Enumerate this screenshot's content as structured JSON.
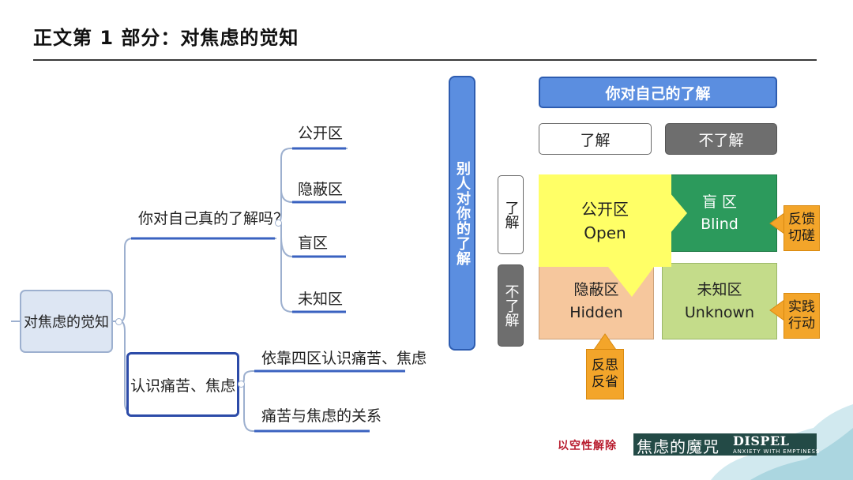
{
  "title": "正文第 1 部分：对焦虑的觉知",
  "mindmap": {
    "root": "对焦虑的觉知",
    "branch1": {
      "label": "你对自己真的了解吗？",
      "children": [
        "公开区",
        "隐蔽区",
        "盲区",
        "未知区"
      ]
    },
    "branch2": {
      "label": "认识痛苦、焦虑",
      "children": [
        "依靠四区认识痛苦、焦虑",
        "痛苦与焦虑的关系"
      ]
    }
  },
  "johari": {
    "side_title": "别人对你的了解",
    "top_title": "你对自己的了解",
    "col_headers": [
      "了解",
      "不了解"
    ],
    "row_headers": [
      "了解",
      "不了解"
    ],
    "quadrants": {
      "open": {
        "cn": "公开区",
        "en": "Open"
      },
      "blind": {
        "cn": "盲 区",
        "en": "Blind"
      },
      "hidden": {
        "cn": "隐蔽区",
        "en": "Hidden"
      },
      "unknown": {
        "cn": "未知区",
        "en": "Unknown"
      }
    },
    "arrows": {
      "blind": "反馈切磋",
      "unknown": "实践行动",
      "hidden": "反思反省"
    }
  },
  "brand": {
    "left": "以空性解除",
    "cn": "焦虑的魔咒",
    "en": "DISPEL",
    "sub": "ANXIETY WITH EMPTINESS"
  },
  "colors": {
    "accent_blue": "#5b8ee0",
    "blind_green": "#2c9a5c",
    "hidden_peach": "#f6c79d",
    "unknown_green": "#c4dc8a",
    "open_yellow": "#ffff66",
    "arrow_orange": "#f3a52a"
  }
}
